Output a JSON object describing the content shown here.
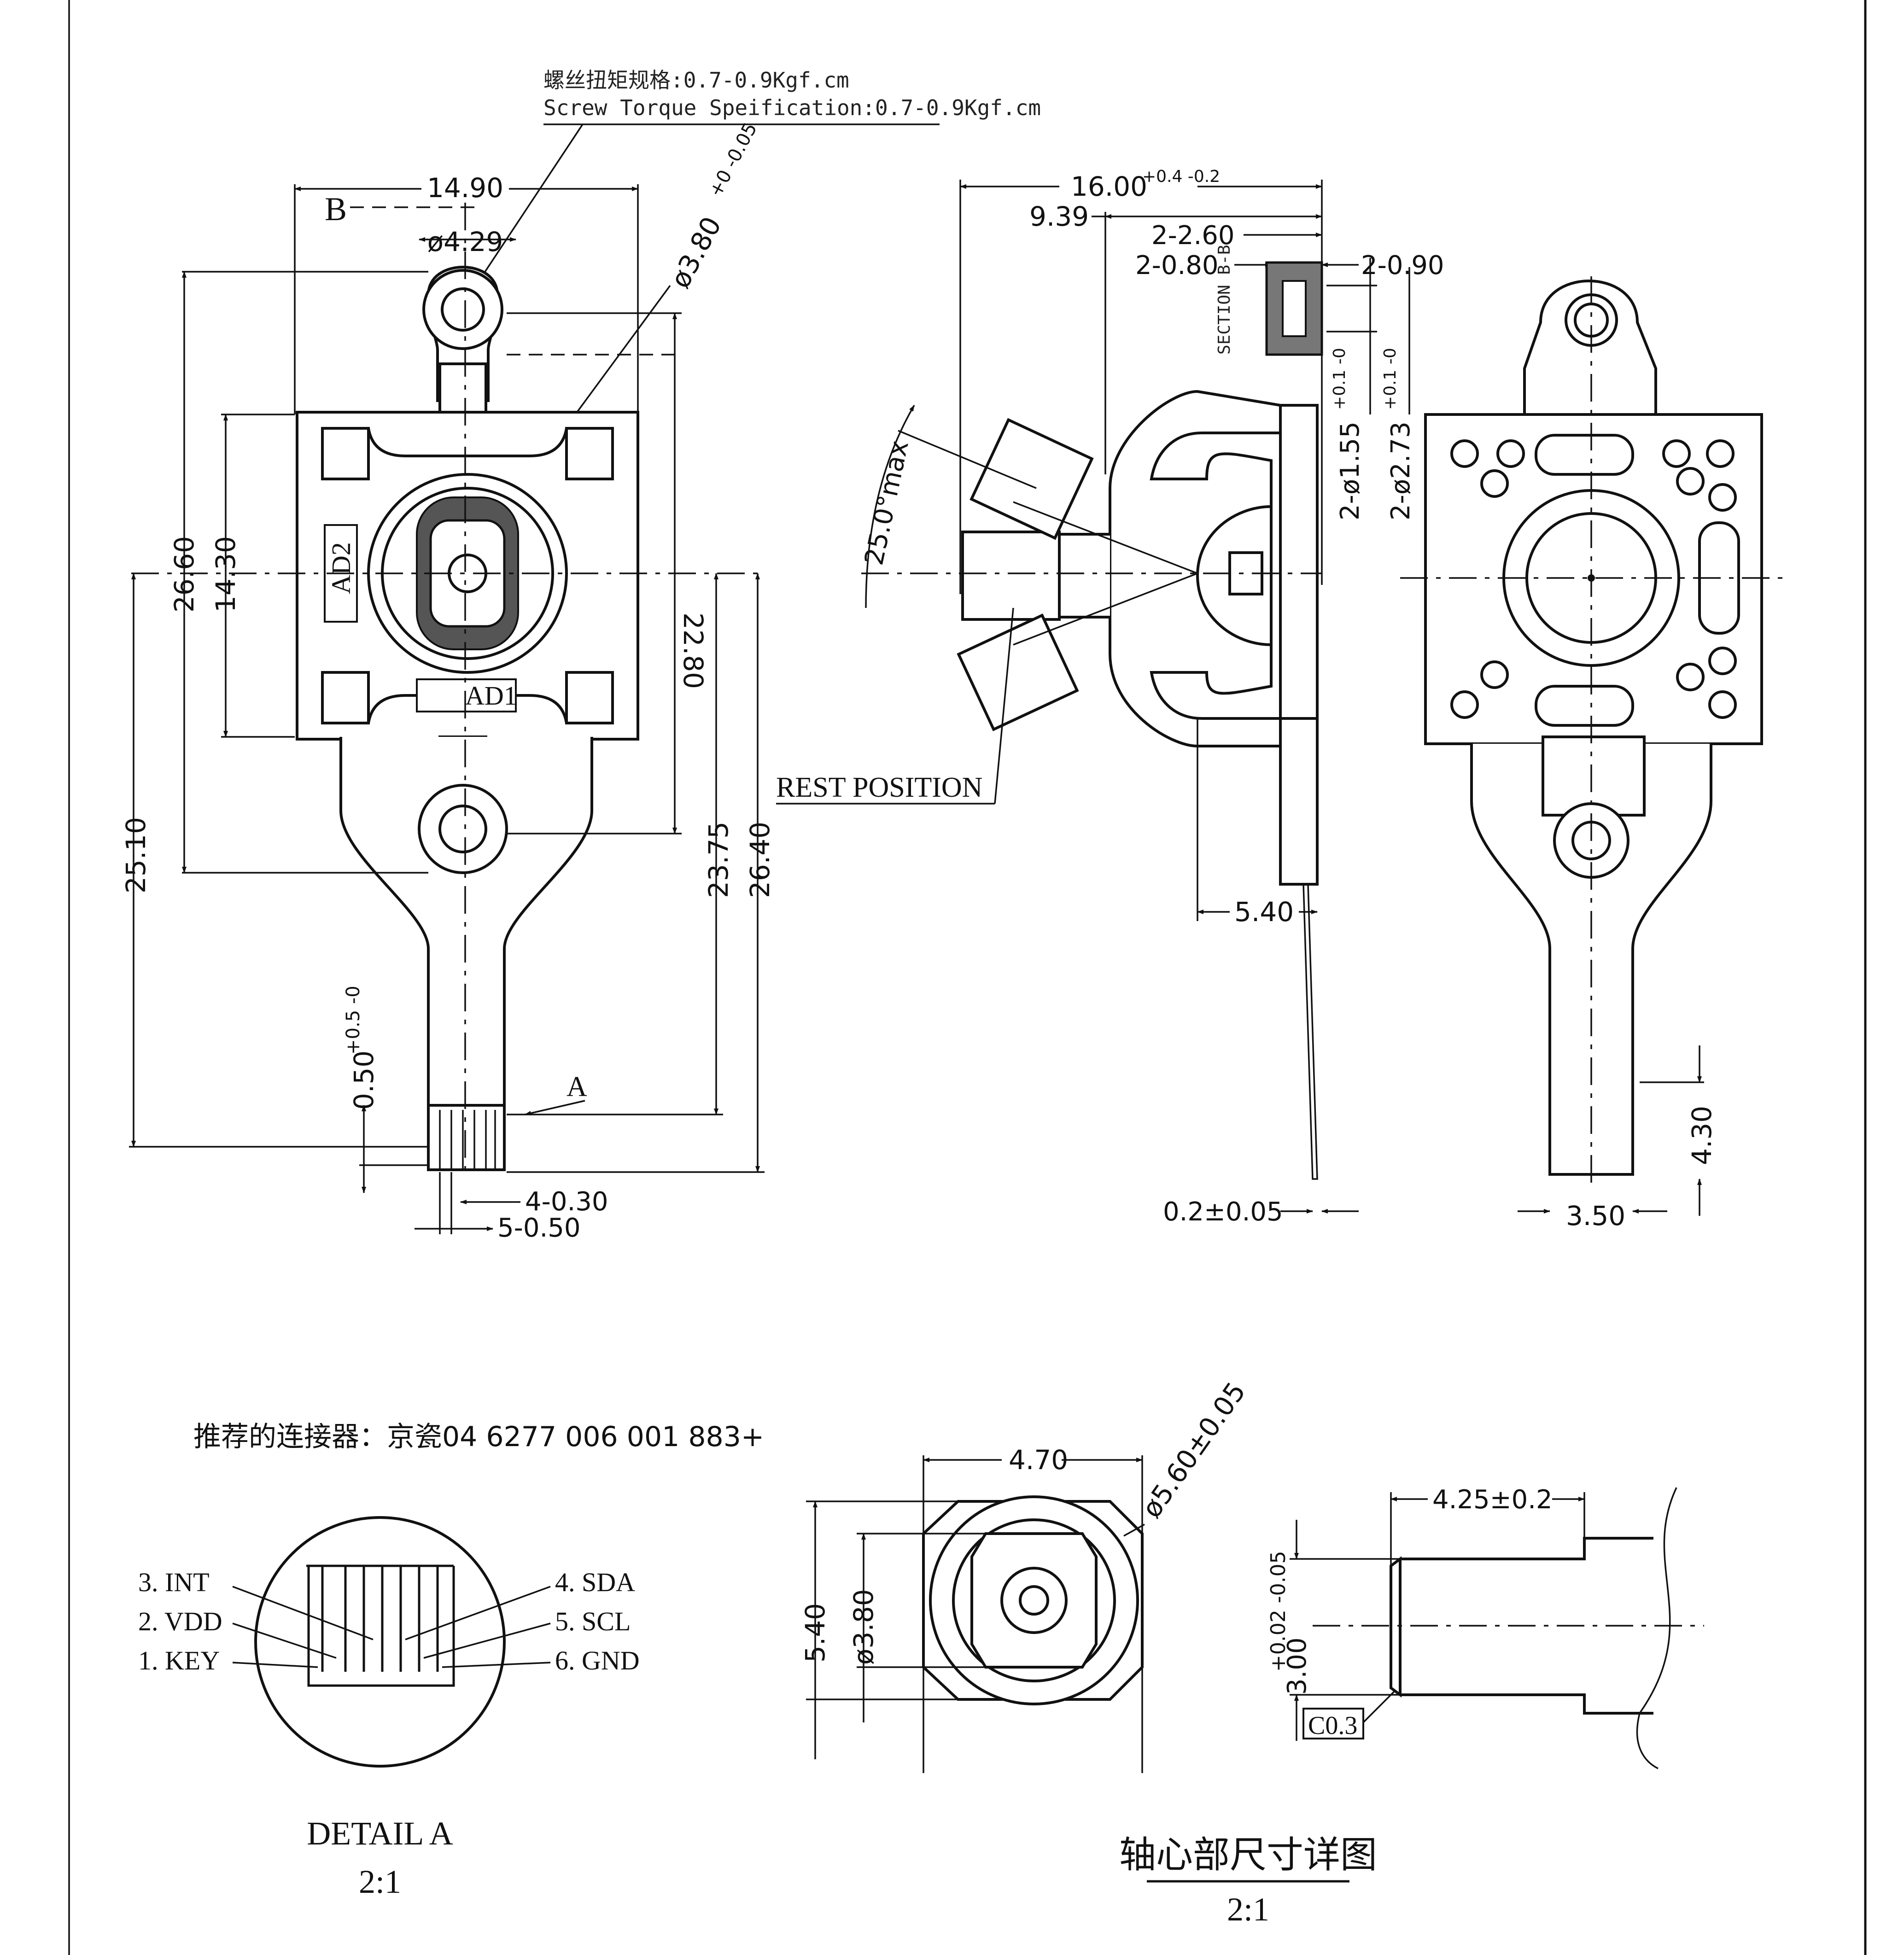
{
  "main_view": {
    "torque_cn": "螺丝扭矩规格:0.7-0.9Kgf.cm",
    "torque_en": "Screw Torque Speification:0.7-0.9Kgf.cm",
    "dim_width": "14.90",
    "dim_hole": "ø4.29",
    "dim_shaft": "ø3.80",
    "dim_shaft_tol": "+0 -0.05",
    "section_mark": "B",
    "dim_26_60": "26.60",
    "dim_14_30": "14.30",
    "dim_22_80": "22.80",
    "dim_25_10": "25.10",
    "dim_23_75": "23.75",
    "dim_26_40": "26.40",
    "dim_0_50": "0.50",
    "dim_0_50_tol": "+0.5 -0",
    "label_ad2": "AD2",
    "label_ad1": "AD1",
    "detail_mark": "A",
    "dim_pin_w": "4-0.30",
    "dim_pin_pitch": "5-0.50"
  },
  "side_view": {
    "dim_16_00": "16.00",
    "dim_16_00_tol": "+0.4 -0.2",
    "dim_9_39": "9.39",
    "dim_2_2_60": "2-2.60",
    "dim_2_0_80": "2-0.80",
    "dim_2_0_90": "2-0.90",
    "section_label": "SECTION B-B",
    "dim_2_1_55": "2-ø1.55",
    "dim_2_1_55_tol": "+0.1 -0",
    "dim_2_2_73": "2-ø2.73",
    "dim_2_2_73_tol": "+0.1 -0",
    "angle": "25.0°max",
    "rest_position": "REST POSITION",
    "dim_5_40": "5.40",
    "dim_0_2": "0.2±0.05"
  },
  "rear_view": {
    "dim_4_30": "4.30",
    "dim_3_50": "3.50"
  },
  "connector": {
    "recommended": "推荐的连接器：京瓷04 6277 006 001 883+"
  },
  "detail_a": {
    "pins_left": [
      "3. INT",
      "2. VDD",
      "1. KEY"
    ],
    "pins_right": [
      "4. SDA",
      "5. SCL",
      "6. GND"
    ],
    "title": "DETAIL A",
    "scale": "2:1"
  },
  "shaft_detail": {
    "dim_4_70": "4.70",
    "dim_5_60": "ø5.60±0.05",
    "dim_5_40": "5.40",
    "dim_3_80": "ø3.80",
    "dim_4_25": "4.25±0.2",
    "dim_3_00": "3.00",
    "dim_3_00_tol": "+0.02 -0.05",
    "chamfer": "C0.3",
    "title": "轴心部尺寸详图",
    "scale": "2:1"
  },
  "colors": {
    "line": "#111111",
    "background": "#ffffff",
    "dark_fill": "#555555"
  }
}
